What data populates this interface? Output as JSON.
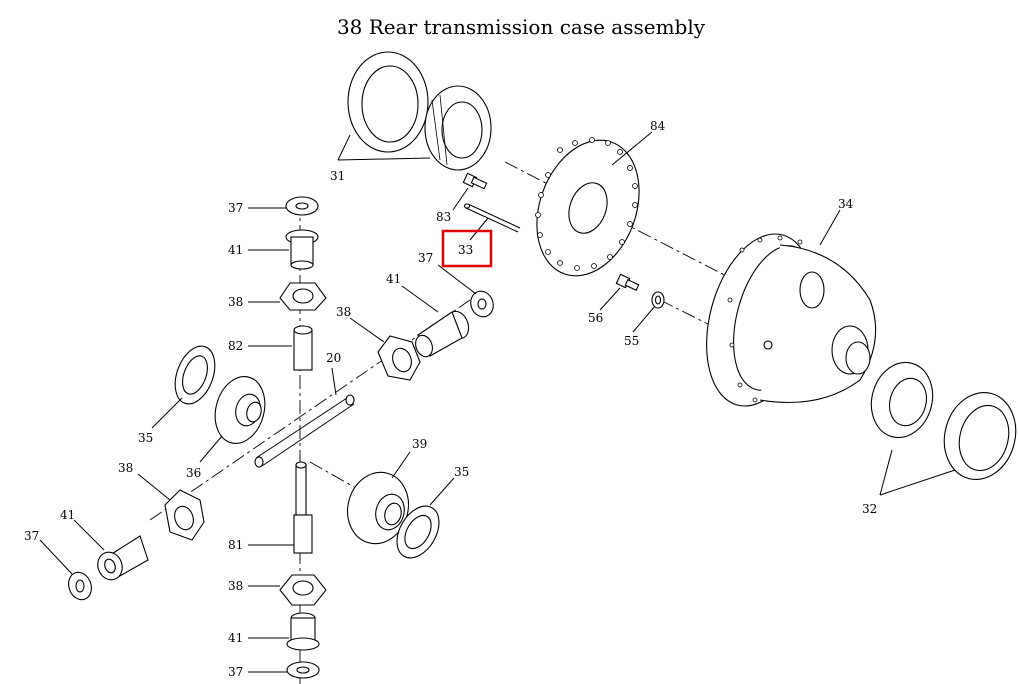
{
  "title": "38 Rear transmission case assembly",
  "labels": {
    "l31": "31",
    "l84": "84",
    "l83": "83",
    "l33": "33",
    "l37_top": "37",
    "l37_mid": "37",
    "l41_top": "41",
    "l41_mid": "41",
    "l38_top": "38",
    "l38_mid": "38",
    "l82": "82",
    "l20": "20",
    "l34": "34",
    "l56": "56",
    "l55": "55",
    "l35_left": "35",
    "l36": "36",
    "l39": "39",
    "l35_right": "35",
    "l38_left": "38",
    "l41_left": "41",
    "l37_left": "37",
    "l81": "81",
    "l38_bottom": "38",
    "l41_bottom": "41",
    "l37_bottom": "37",
    "l32": "32"
  },
  "highlight": {
    "color": "#e00000",
    "label": "33"
  }
}
